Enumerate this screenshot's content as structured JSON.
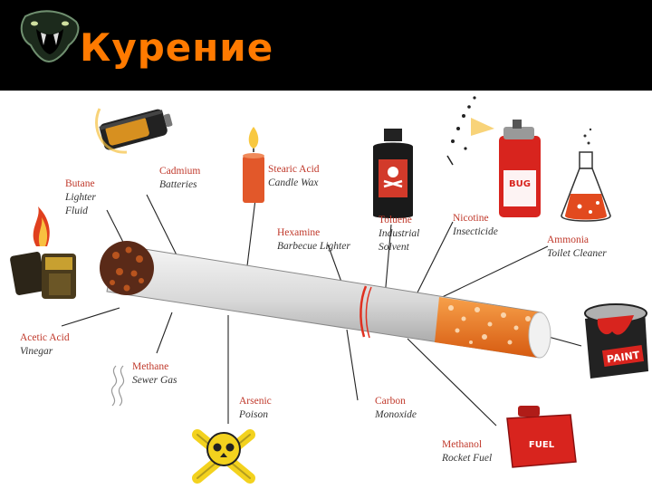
{
  "slide": {
    "title": "Курение"
  },
  "icons": {
    "logo": "cobra-head-icon",
    "battery": "battery-icon",
    "candle": "candle-icon",
    "bottle": "poison-bottle-icon",
    "spray": "bug-spray-can-icon",
    "flask": "chemistry-flask-icon",
    "lighter": "flaming-lighter-icon",
    "paint": "paint-can-icon",
    "skull": "skull-crossbones-icon",
    "fuel": "fuel-can-icon",
    "cigarette": "cigarette-icon"
  },
  "colors": {
    "title": "#ff7a00",
    "label_name": "#c0392b",
    "filter": "#f07020"
  },
  "labels": [
    {
      "key": "butane",
      "name": "Butane",
      "use_lines": [
        "Lighter",
        "Fluid"
      ]
    },
    {
      "key": "cadmium",
      "name": "Cadmium",
      "use_lines": [
        "Batteries"
      ]
    },
    {
      "key": "stearic",
      "name": "Stearic Acid",
      "use_lines": [
        "Candle Wax"
      ]
    },
    {
      "key": "hexamine",
      "name": "Hexamine",
      "use_lines": [
        "Barbecue Lighter"
      ]
    },
    {
      "key": "toluene",
      "name": "Toluene",
      "use_lines": [
        "Industrial",
        "Solvent"
      ]
    },
    {
      "key": "nicotine",
      "name": "Nicotine",
      "use_lines": [
        "Insecticide"
      ]
    },
    {
      "key": "ammonia",
      "name": "Ammonia",
      "use_lines": [
        "Toilet Cleaner"
      ]
    },
    {
      "key": "acetic",
      "name": "Acetic Acid",
      "use_lines": [
        "Vinegar"
      ]
    },
    {
      "key": "methane",
      "name": "Methane",
      "use_lines": [
        "Sewer Gas"
      ]
    },
    {
      "key": "arsenic",
      "name": "Arsenic",
      "use_lines": [
        "Poison"
      ]
    },
    {
      "key": "carbon",
      "name": "Carbon",
      "use_lines": [
        "Monoxide"
      ]
    },
    {
      "key": "methanol",
      "name": "Methanol",
      "use_lines": [
        "Rocket Fuel"
      ]
    }
  ],
  "product_text": {
    "spray_can": "BUG",
    "paint_can": "PAINT",
    "fuel_can": "FUEL"
  }
}
